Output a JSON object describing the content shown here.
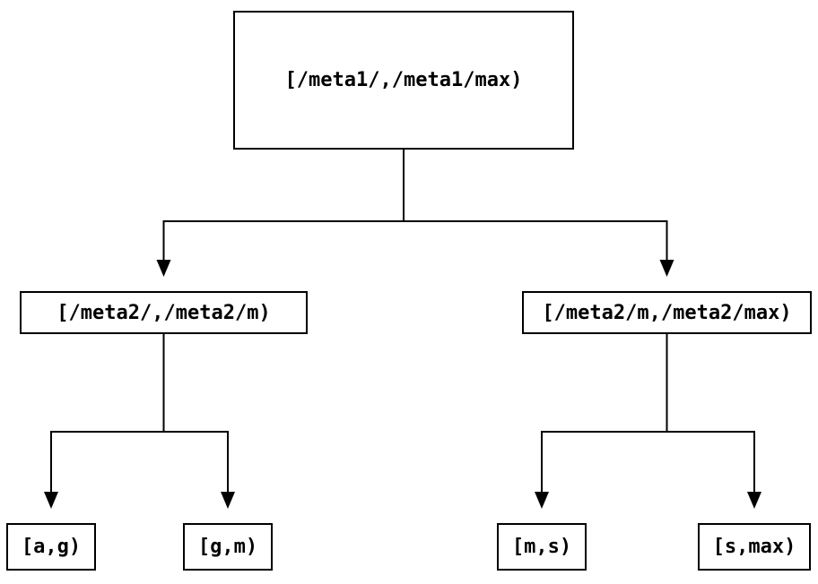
{
  "diagram": {
    "type": "tree",
    "colors": {
      "background": "#ffffff",
      "node_fill": "#ffffff",
      "node_border": "#000000",
      "line": "#000000",
      "text": "#000000"
    },
    "nodes": {
      "root": {
        "label": "[/meta1/,/meta1/max)"
      },
      "meta2_low": {
        "label": "[/meta2/,/meta2/m)"
      },
      "meta2_high": {
        "label": "[/meta2/m,/meta2/max)"
      },
      "leaf_a_g": {
        "label": "[a,g)"
      },
      "leaf_g_m": {
        "label": "[g,m)"
      },
      "leaf_m_s": {
        "label": "[m,s)"
      },
      "leaf_s_max": {
        "label": "[s,max)"
      }
    },
    "edges": [
      {
        "from": "root",
        "to": "meta2_low"
      },
      {
        "from": "root",
        "to": "meta2_high"
      },
      {
        "from": "meta2_low",
        "to": "leaf_a_g"
      },
      {
        "from": "meta2_low",
        "to": "leaf_g_m"
      },
      {
        "from": "meta2_high",
        "to": "leaf_m_s"
      },
      {
        "from": "meta2_high",
        "to": "leaf_s_max"
      }
    ]
  }
}
